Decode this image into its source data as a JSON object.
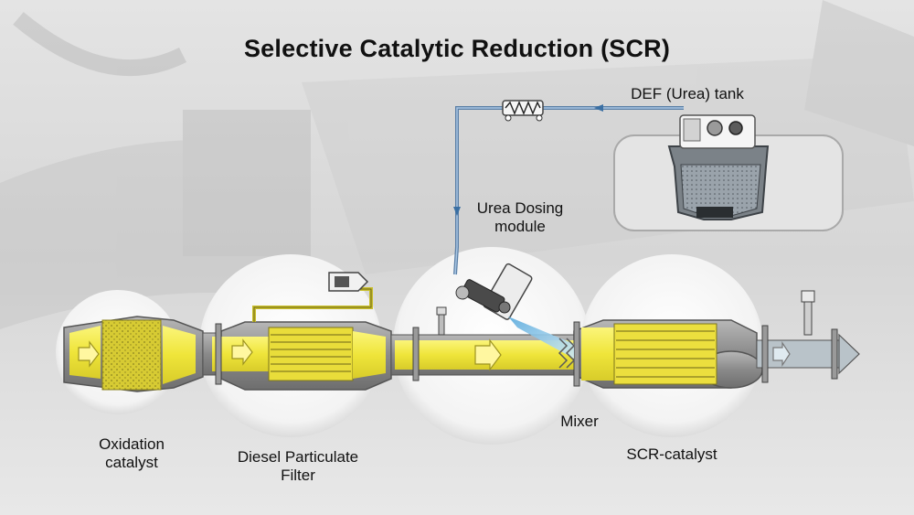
{
  "title": "Selective Catalytic Reduction (SCR)",
  "labels": {
    "def_tank": "DEF (Urea) tank",
    "dosing_line1": "Urea Dosing",
    "dosing_line2": "module",
    "oxidation_line1": "Oxidation",
    "oxidation_line2": "catalyst",
    "dpf_line1": "Diesel Particulate",
    "dpf_line2": "Filter",
    "mixer": "Mixer",
    "scr": "SCR-catalyst"
  },
  "colors": {
    "background": "#d9d9d9",
    "pipe_gray": "#8c8c8c",
    "exhaust_yellow": "#f2ec4a",
    "substrate_yellow": "#e6d63a",
    "arrow_yellow": "#fff7a0",
    "bubble_white": "#f7f7f7",
    "urea_line_blue": "#6f9ac4",
    "spray_blue": "#7ec3e8"
  },
  "icons": [
    "flow-arrow-icon",
    "injector-icon",
    "sensor-icon",
    "heater-icon",
    "pump-icon"
  ]
}
